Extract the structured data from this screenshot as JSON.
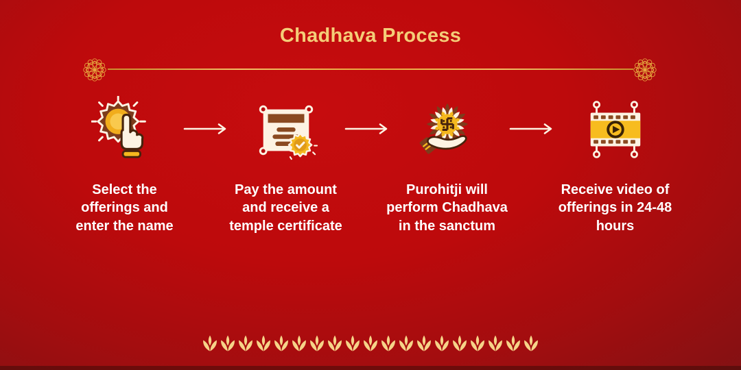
{
  "title": "Chadhava Process",
  "steps": [
    {
      "icon": "tap-select-icon",
      "label": "Select the offerings and enter the name"
    },
    {
      "icon": "certificate-icon",
      "label": "Pay the amount and receive a temple certificate"
    },
    {
      "icon": "offering-hand-icon",
      "label": "Purohitji will perform Chadhava in the sanctum"
    },
    {
      "icon": "video-film-icon",
      "label": "Receive video of offerings in 24-48 hours"
    }
  ],
  "decorations": {
    "divider_ornament": "mandala-rosette",
    "footer_motif": "lotus-leaf",
    "footer_motif_count": 19
  },
  "colors": {
    "background_center": "#c60c0e",
    "background_edge": "#5d1414",
    "title_gold": "#f4cd78",
    "divider_gold": "#e8a93f",
    "text_white": "#ffffff",
    "icon_gold": "#f5b81e",
    "icon_brown": "#8a4a21",
    "icon_dark_brown": "#47230c",
    "icon_cream": "#fdf3e3",
    "footer_motif_gold": "#f6d388"
  }
}
